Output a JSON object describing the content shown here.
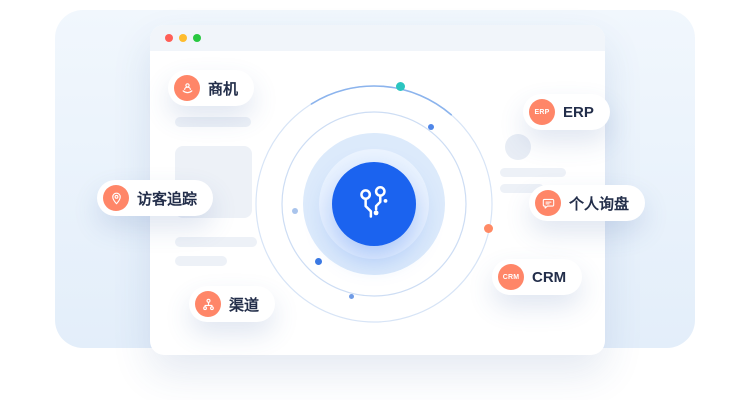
{
  "illustration": {
    "window": {
      "traffic_lights": {
        "red": "#ff5f57",
        "yellow": "#febc2e",
        "green": "#28c840"
      }
    },
    "hub": {
      "icon": "integration-circuit-icon",
      "color": "#1b63ef"
    },
    "pills": {
      "opportunity": {
        "label": "商机",
        "icon": "hand-holding-user-icon",
        "icon_bg": "#ff8668"
      },
      "visitor_tracking": {
        "label": "访客追踪",
        "icon": "location-pin-icon",
        "icon_bg": "#ff8668"
      },
      "channel": {
        "label": "渠道",
        "icon": "org-chart-icon",
        "icon_bg": "#ff8668"
      },
      "erp": {
        "label": "ERP",
        "badge": "ERP",
        "icon_bg": "#ff8668"
      },
      "inquiry": {
        "label": "个人询盘",
        "icon": "chat-bubble-icon",
        "icon_bg": "#ff8668"
      },
      "crm": {
        "label": "CRM",
        "badge": "CRM",
        "icon_bg": "#ff8668"
      }
    },
    "accent_dots": {
      "teal": "#2bc5c0",
      "orange": "#ff8a65",
      "blue": "#3b79e3"
    }
  }
}
